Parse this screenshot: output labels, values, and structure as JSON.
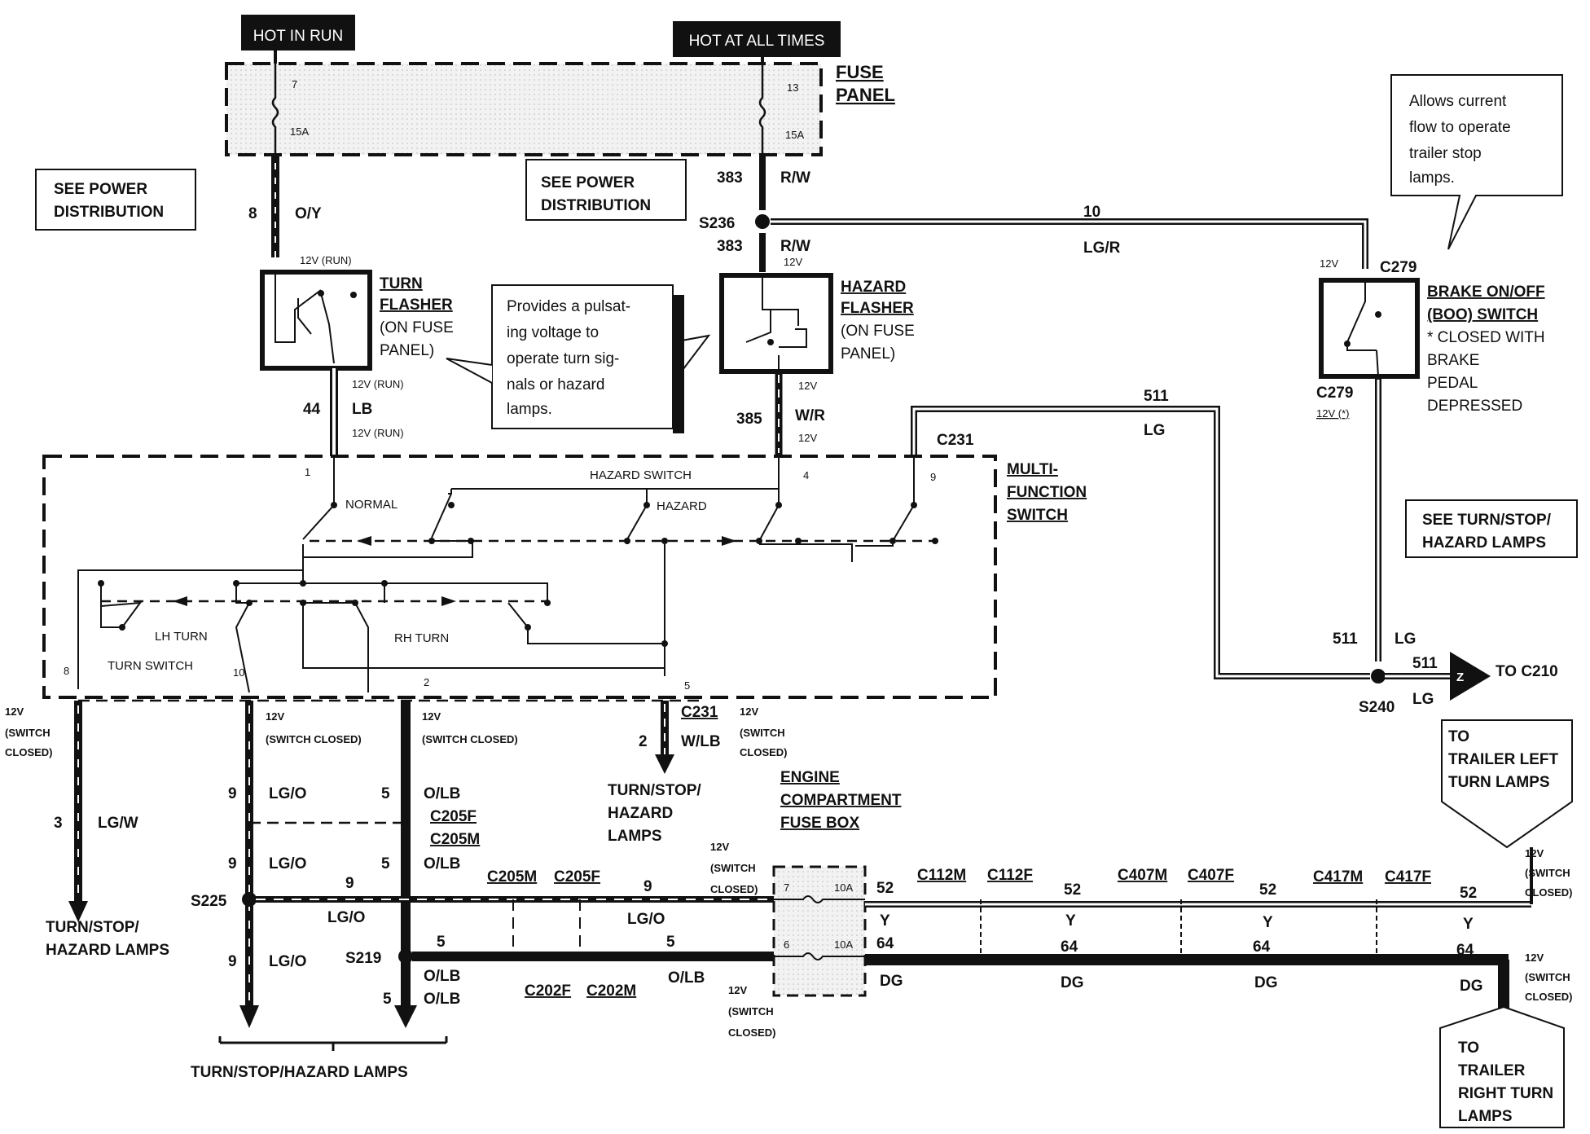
{
  "sources": {
    "hot_in_run": "HOT IN RUN",
    "hot_at_all_times": "HOT AT ALL TIMES"
  },
  "fuse_panel": {
    "title1": "FUSE",
    "title2": "PANEL",
    "fuse7_num": "7",
    "fuse7_rating": "15A",
    "fuse13_num": "13",
    "fuse13_rating": "15A"
  },
  "see_power_1": {
    "line1": "SEE POWER",
    "line2": "DISTRIBUTION"
  },
  "see_power_2": {
    "line1": "SEE POWER",
    "line2": "DISTRIBUTION"
  },
  "see_turn_stop": {
    "line1": "SEE TURN/STOP/",
    "line2": "HAZARD LAMPS"
  },
  "wires": {
    "w8": "8",
    "w8_color": "O/Y",
    "w383a": "383",
    "w383a_color": "R/W",
    "w383b": "383",
    "w383b_color": "R/W",
    "w10": "10",
    "w10_color": "LG/R",
    "w44": "44",
    "w44_color": "LB",
    "w385": "385",
    "w385_color": "W/R",
    "w511a": "511",
    "w511a_color": "LG",
    "w511b": "511",
    "w511b_color": "LG",
    "w511c": "511",
    "w511c_color": "LG",
    "w3": "3",
    "w3_color": "LG/W",
    "w9a": "9",
    "w9a_color": "LG/O",
    "w9b": "9",
    "w9b_color": "LG/O",
    "w9c": "9",
    "w9c_color": "LG/O",
    "w9d": "9",
    "w9d_color": "LG/O",
    "w9e": "9",
    "w9e_color": "LG/O",
    "w5a": "5",
    "w5a_color": "O/LB",
    "w5b": "5",
    "w5b_color": "O/LB",
    "w5c": "5",
    "w5c_color": "O/LB",
    "w5d": "5",
    "w5d_color": "O/LB",
    "w5e": "5",
    "w5e_color": "O/LB",
    "w2": "2",
    "w2_color": "W/LB",
    "w52a": "52",
    "w52b": "52",
    "w52c": "52",
    "w52d": "52",
    "w52_color": "Y",
    "w64a": "64",
    "w64b": "64",
    "w64c": "64",
    "w64d": "64",
    "w64_color": "DG"
  },
  "splices": {
    "s236": "S236",
    "s240": "S240",
    "s225": "S225",
    "s219": "S219"
  },
  "connectors": {
    "c279a": "C279",
    "c279b": "C279",
    "c231a": "C231",
    "c231b": "C231",
    "c205f": "C205F",
    "c205m": "C205M",
    "c205m2": "C205M",
    "c205f2": "C205F",
    "c202f": "C202F",
    "c202m": "C202M",
    "c112m": "C112M",
    "c112f": "C112F",
    "c407m": "C407M",
    "c407f": "C407F",
    "c417m": "C417M",
    "c417f": "C417F"
  },
  "voltages": {
    "v12run": "12V (RUN)",
    "v12": "12V",
    "v12star": "12V (*)",
    "v12sw1": "12V",
    "v12sw2": "(SWITCH",
    "v12sw3": "CLOSED)",
    "v12swc": "(SWITCH  CLOSED)"
  },
  "turn_flasher": {
    "l1": "TURN",
    "l2": "FLASHER",
    "l3": "(ON FUSE",
    "l4": "PANEL)"
  },
  "hazard_flasher": {
    "l1": "HAZARD",
    "l2": "FLASHER",
    "l3": "(ON FUSE",
    "l4": "PANEL)"
  },
  "boo": {
    "l1": "BRAKE ON/OFF",
    "l2": "(BOO) SWITCH",
    "l3": "* CLOSED WITH",
    "l4": "BRAKE",
    "l5": "PEDAL",
    "l6": "DEPRESSED"
  },
  "callout_pulse": [
    "Provides a pulsat-",
    "ing voltage to",
    "operate turn sig-",
    "nals or hazard",
    "lamps."
  ],
  "callout_trailer": [
    "Allows current",
    "flow to operate",
    "trailer stop",
    "lamps."
  ],
  "mfs": {
    "l1": "MULTI-",
    "l2": "FUNCTION",
    "l3": "SWITCH",
    "normal": "NORMAL",
    "hazard_switch": "HAZARD SWITCH",
    "hazard": "HAZARD",
    "lh_turn": "LH TURN",
    "rh_turn": "RH TURN",
    "turn_switch": "TURN SWITCH",
    "p1": "1",
    "p4": "4",
    "p9": "9",
    "p8": "8",
    "p10": "10",
    "p2": "2",
    "p5": "5"
  },
  "destinations": {
    "tsh1": "TURN/STOP/",
    "tsh2": "HAZARD LAMPS",
    "tsh_mid1": "TURN/STOP/",
    "tsh_mid2": "HAZARD",
    "tsh_mid3": "LAMPS",
    "tsh_bottom": "TURN/STOP/HAZARD LAMPS",
    "to_c210": "TO C210",
    "z": "Z",
    "trl_left1": "TO",
    "trl_left2": "TRAILER LEFT",
    "trl_left3": "TURN LAMPS",
    "trl_right1": "TO",
    "trl_right2": "TRAILER",
    "trl_right3": "RIGHT TURN",
    "trl_right4": "LAMPS"
  },
  "engine_fuse": {
    "l1": "ENGINE",
    "l2": "COMPARTMENT",
    "l3": "FUSE BOX",
    "f7": "7",
    "f7r": "10A",
    "f6": "6",
    "f6r": "10A"
  }
}
